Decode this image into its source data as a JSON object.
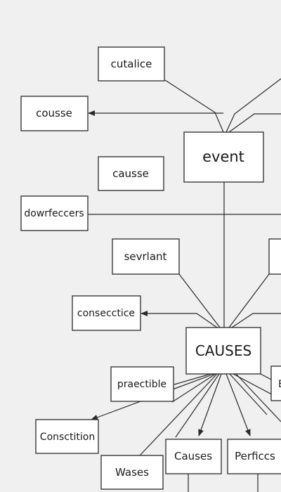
{
  "diagram": {
    "nodes": [
      {
        "id": "cutalice",
        "label": "cutalice"
      },
      {
        "id": "cousse",
        "label": "cousse"
      },
      {
        "id": "event",
        "label": "event"
      },
      {
        "id": "causse",
        "label": "causse"
      },
      {
        "id": "dowrfeccers",
        "label": "dowrfeccers"
      },
      {
        "id": "sevrlant",
        "label": "sevrlant"
      },
      {
        "id": "consecctice",
        "label": "consecctice"
      },
      {
        "id": "causes",
        "label": "CAUSES"
      },
      {
        "id": "praectible",
        "label": "praectible"
      },
      {
        "id": "b_partial",
        "label": "E"
      },
      {
        "id": "conscti",
        "label": "Conscti̇tion"
      },
      {
        "id": "causes_low",
        "label": "Causes"
      },
      {
        "id": "perficcs",
        "label": "Perficcs"
      },
      {
        "id": "wases",
        "label": "Wases"
      }
    ]
  }
}
